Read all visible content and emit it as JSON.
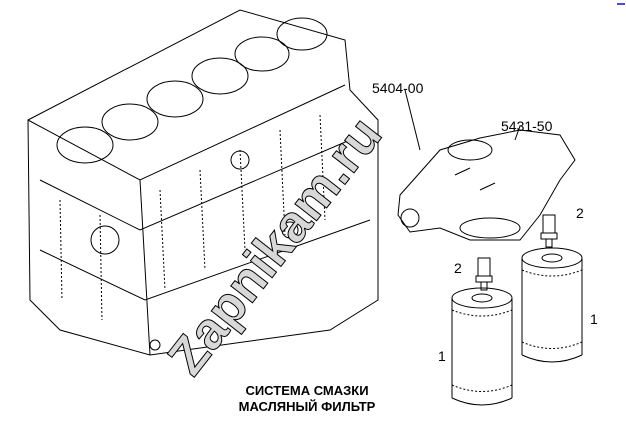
{
  "labels": {
    "assembly_1": "5404-00",
    "assembly_2": "5431-50",
    "part_fitting_a": "2",
    "part_fitting_b": "2",
    "part_filter_a": "1",
    "part_filter_b": "1"
  },
  "title": {
    "line1": "СИСТЕМА СМАЗКИ",
    "line2": "МАСЛЯНЫЙ ФИЛЬТР"
  },
  "watermark": "Zapnikam.ru",
  "colors": {
    "line": "#000000",
    "corner_mark": "#4a4ae6"
  }
}
